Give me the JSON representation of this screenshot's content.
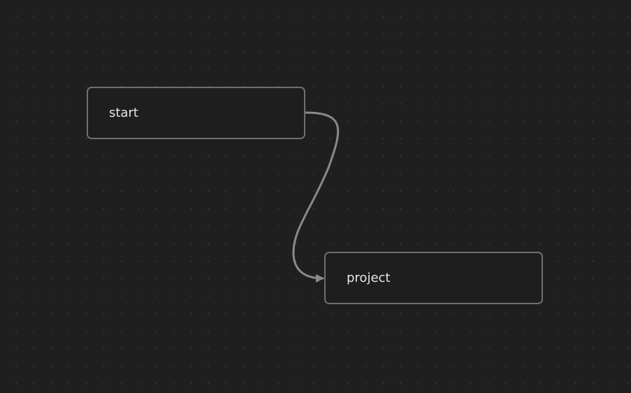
{
  "diagram": {
    "nodes": [
      {
        "id": "start",
        "label": "start"
      },
      {
        "id": "project",
        "label": "project"
      }
    ],
    "edges": [
      {
        "from": "start",
        "to": "project"
      }
    ]
  },
  "colors": {
    "background": "#1f1f1f",
    "grid_dot": "#3b3b3b",
    "node_fill": "#1e1e1e",
    "node_border": "#6f6f6f",
    "node_text": "#e6e6e6",
    "edge": "#8a8a8a"
  }
}
